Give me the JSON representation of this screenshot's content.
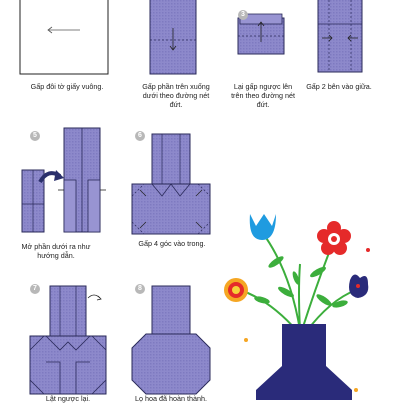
{
  "steps": [
    {
      "num": "",
      "caption": "Gấp đôi tờ giấy vuông."
    },
    {
      "num": "",
      "caption": "Gấp phần trên xuống dưới theo đường nét đứt."
    },
    {
      "num": "3",
      "caption": "Lại gấp ngược lên trên theo đường nét đứt."
    },
    {
      "num": "",
      "caption": "Gấp 2 bên vào giữa."
    },
    {
      "num": "5",
      "caption": "Mở phần dưới ra như hướng dẫn."
    },
    {
      "num": "6",
      "caption": "Gấp 4 góc vào trong."
    },
    {
      "num": "7",
      "caption": "Lật ngược lại."
    },
    {
      "num": "8",
      "caption": "Lọ hoa đã hoàn thành."
    }
  ],
  "colors": {
    "paper": "#8b87c9",
    "paper_dark": "#6f6bb3",
    "outline": "#2a2a5a",
    "vase": "#2a2b7a",
    "arrow": "#2a2f6b"
  }
}
